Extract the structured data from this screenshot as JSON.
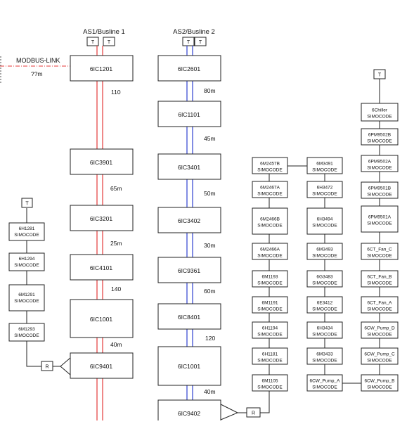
{
  "colors": {
    "line1": "#e43a3a",
    "line2": "#2e3fd0",
    "wire": "#222222",
    "link": "#e43a3a"
  },
  "bus1": {
    "title": "AS1/Busline 1",
    "terminators": [
      "T",
      "T"
    ],
    "nodes": [
      "6IC1201",
      "6IC3901",
      "6IC3201",
      "6IC4101",
      "6IC1001",
      "6IC9401"
    ],
    "lengths": [
      "110",
      "65m",
      "25m",
      "140",
      "40m"
    ]
  },
  "bus2": {
    "title": "AS2/Busline 2",
    "terminators": [
      "T",
      "T"
    ],
    "nodes": [
      "6IC2601",
      "6IC1101",
      "6IC3401",
      "6IC3402",
      "6IC9361",
      "6IC8401",
      "6IC1001",
      "6IC9402"
    ],
    "lengths": [
      "80m",
      "45m",
      "50m",
      "30m",
      "60m",
      "120",
      "40m"
    ]
  },
  "modbus": {
    "label": "MODBUS-LINK",
    "length": "??m"
  },
  "left_chain": {
    "terminator": "T",
    "nodes": [
      {
        "id": "6H1281",
        "type": "SIMOCODE"
      },
      {
        "id": "6H1294",
        "type": "SIMOCODE"
      },
      {
        "id": "6M1291",
        "type": "SIMOCODE"
      },
      {
        "id": "6M1293",
        "type": "SIMOCODE"
      }
    ],
    "repeater": "R"
  },
  "chain_a": [
    {
      "id": "6M2457B",
      "type": "SIMOCODE"
    },
    {
      "id": "6M2467A",
      "type": "SIMOCODE"
    },
    {
      "id": "6M2466B",
      "type": "SIMOCODE"
    },
    {
      "id": "6M2466A",
      "type": "SIMOCODE"
    },
    {
      "id": "6M1193",
      "type": "SIMOCODE"
    },
    {
      "id": "6M1191",
      "type": "SIMOCODE"
    },
    {
      "id": "6H1194",
      "type": "SIMOCODE"
    },
    {
      "id": "6H1181",
      "type": "SIMOCODE"
    },
    {
      "id": "6M1105",
      "type": "SIMOCODE"
    }
  ],
  "chain_b": [
    {
      "id": "6M3491",
      "type": "SIMOCODE"
    },
    {
      "id": "6H3472",
      "type": "SIMOCODE"
    },
    {
      "id": "6H3494",
      "type": "SIMOCODE"
    },
    {
      "id": "6M3493",
      "type": "SIMOCODE"
    },
    {
      "id": "6G3483",
      "type": "SIMOCODE"
    },
    {
      "id": "6E3412",
      "type": "SIMOCODE"
    },
    {
      "id": "6H3434",
      "type": "SIMOCODE"
    },
    {
      "id": "6M3433",
      "type": "SIMOCODE"
    },
    {
      "id": "6CW_Pump_A",
      "type": "SIMOCODE"
    }
  ],
  "chain_c": {
    "terminator": "T",
    "nodes": [
      {
        "id": "6Chiller",
        "type": "SIMOCODE"
      },
      {
        "id": "6PM9502B",
        "type": "SIMOCODE"
      },
      {
        "id": "6PM9502A",
        "type": "SIMOCODE"
      },
      {
        "id": "6PM9501B",
        "type": "SIMOCODE"
      },
      {
        "id": "6PM9501A",
        "type": "SIMOCODE"
      },
      {
        "id": "6CT_Fan_C",
        "type": "SIMOCODE"
      },
      {
        "id": "6CT_Fan_B",
        "type": "SIMOCODE"
      },
      {
        "id": "6CT_Fan_A",
        "type": "SIMOCODE"
      },
      {
        "id": "6CW_Pump_D",
        "type": "SIMOCODE"
      },
      {
        "id": "6CW_Pump_C",
        "type": "SIMOCODE"
      },
      {
        "id": "6CW_Pump_B",
        "type": "SIMOCODE"
      }
    ]
  },
  "repeater2": "R"
}
